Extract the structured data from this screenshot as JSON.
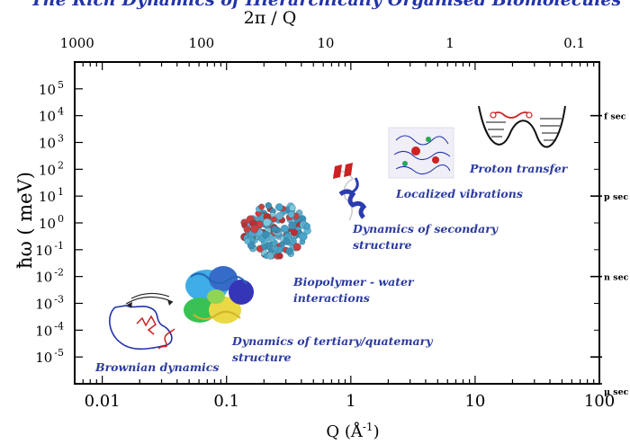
{
  "chart_data": {
    "type": "scatter",
    "title": "The Rich Dynamics of Hierarchically Organised Biomolecules",
    "x_bottom": {
      "label_main": "Q (Å",
      "label_sup": "-1",
      "label_end": ")",
      "scale": "log",
      "range": [
        0.006,
        100
      ],
      "ticks": [
        0.01,
        0.1,
        1,
        10,
        100
      ],
      "tick_labels": [
        "0.01",
        "0.1",
        "1",
        "10",
        "100"
      ]
    },
    "x_top": {
      "label": "2π /  Q",
      "scale": "log",
      "ticks": [
        1000,
        100,
        10,
        1,
        0.1
      ],
      "tick_labels": [
        "1000",
        "100",
        "10",
        "1",
        "0.1"
      ]
    },
    "y_left": {
      "label": "ħω ( meV)",
      "scale": "log",
      "range": [
        -6,
        6
      ],
      "ticks": [
        5,
        4,
        3,
        2,
        1,
        0,
        -1,
        -2,
        -3,
        -4,
        -5
      ],
      "tick_labels": [
        "10 5",
        "10 4",
        "10 3",
        "10 2",
        "10 1",
        "10 0",
        "10 -1",
        "10 -2",
        "10 -3",
        "10-4",
        "10 -5"
      ]
    },
    "y_right": {
      "ticks": [
        4,
        1,
        -2,
        -5,
        -6
      ],
      "tick_labels": [
        "f sec",
        "p sec",
        "n sec",
        "",
        "μ sec"
      ]
    },
    "regions": [
      {
        "name": "Brownian dynamics",
        "q": 0.02,
        "energy_exp": -4.7
      },
      {
        "name": "Dynamics of tertiary/quatemary structure",
        "q": 0.1,
        "energy_exp": -3
      },
      {
        "name": "Biopolymer - water interactions",
        "q": 0.3,
        "energy_exp": 0
      },
      {
        "name": "Dynamics of secondary structure",
        "q": 1,
        "energy_exp": 1.6
      },
      {
        "name": "Localized vibrations",
        "q": 4,
        "energy_exp": 3
      },
      {
        "name": "Proton transfer",
        "q": 20,
        "energy_exp": 4
      }
    ],
    "grid": false
  },
  "labels": {
    "brownian": "Brownian dynamics",
    "tertiary_1": "Dynamics of tertiary/quatemary",
    "tertiary_2": "structure",
    "water_1": "Biopolymer - water",
    "water_2": "interactions",
    "secondary_1": "Dynamics of secondary",
    "secondary_2": "structure",
    "localized": "Localized vibrations",
    "proton": "Proton transfer"
  }
}
